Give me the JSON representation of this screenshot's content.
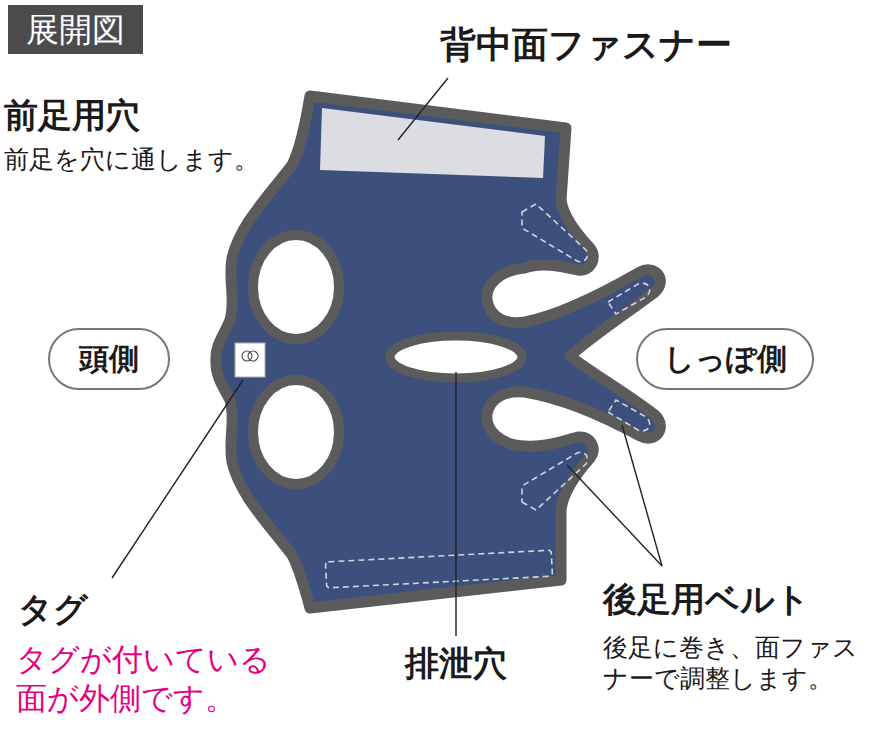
{
  "diagram": {
    "title": "展開図",
    "nodes": [
      {
        "text": [
          "頭側"
        ]
      },
      {
        "text": [
          "しっぽ側"
        ]
      }
    ],
    "labels": [
      "背中面ファスナー",
      "前足用穴",
      "前足を穴に通します。",
      "タグ",
      "タグが付いている面が外側です。",
      "排泄穴",
      "後足用ベルト",
      "後足に巻き、面ファスナーで調整します。"
    ]
  }
}
